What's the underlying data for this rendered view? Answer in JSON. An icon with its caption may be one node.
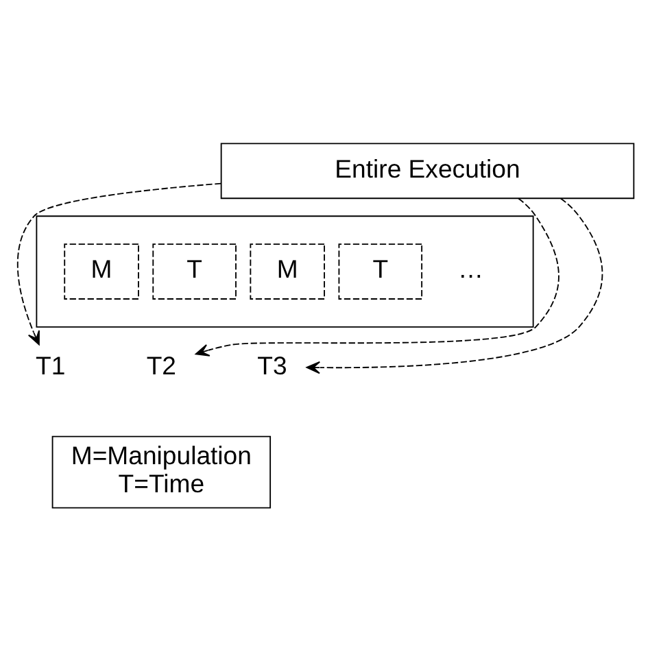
{
  "diagram": {
    "nodes": [
      {
        "text": [
          "Entire Execution"
        ]
      },
      {
        "text": [],
        "shape": "box"
      },
      {
        "text": [
          "M"
        ],
        "in": 1
      },
      {
        "text": [
          "T"
        ],
        "in": 1
      },
      {
        "text": [
          "M"
        ],
        "in": 1
      },
      {
        "text": [
          "T"
        ],
        "in": 1
      },
      {
        "text": [
          "T1"
        ]
      },
      {
        "text": [
          "T2"
        ]
      },
      {
        "text": [
          "T3"
        ]
      },
      {
        "text": [
          "M=Manipulation",
          "T=Time"
        ]
      }
    ],
    "edges": [
      {
        "from": 0,
        "to": 6,
        "arrow": "to",
        "style": "dashed"
      },
      {
        "from": 0,
        "to": 7,
        "arrow": "to",
        "style": "dashed"
      },
      {
        "from": 0,
        "to": 8,
        "arrow": "to",
        "style": "dashed"
      }
    ],
    "labels": [
      "…"
    ]
  }
}
